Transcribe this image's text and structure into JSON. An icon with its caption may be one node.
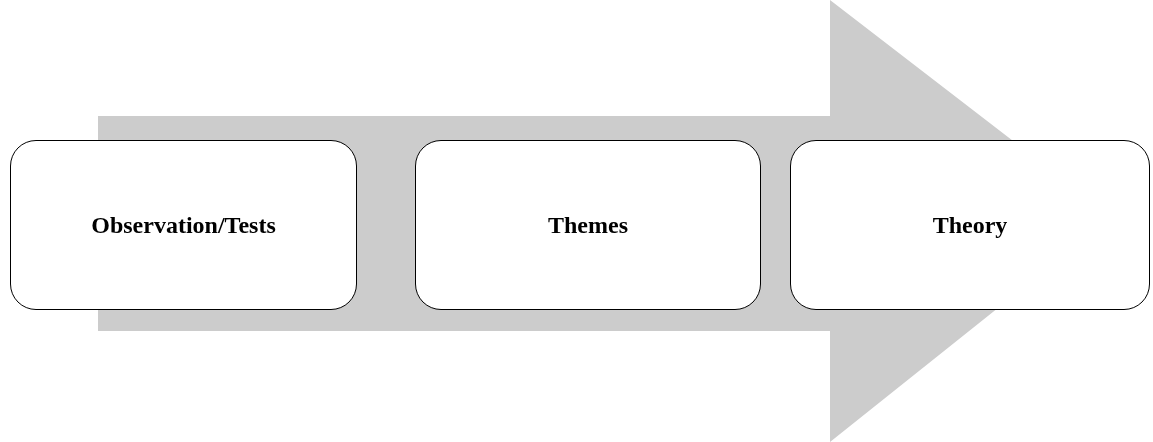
{
  "diagram": {
    "nodes": [
      {
        "text": [
          "Observation/Tests"
        ]
      },
      {
        "text": [
          "Themes"
        ]
      },
      {
        "text": [
          "Theory"
        ]
      }
    ],
    "edges": [
      {
        "from": 0,
        "to": 2,
        "arrow": "to",
        "style": "thick",
        "color": "#cccccc"
      }
    ]
  }
}
